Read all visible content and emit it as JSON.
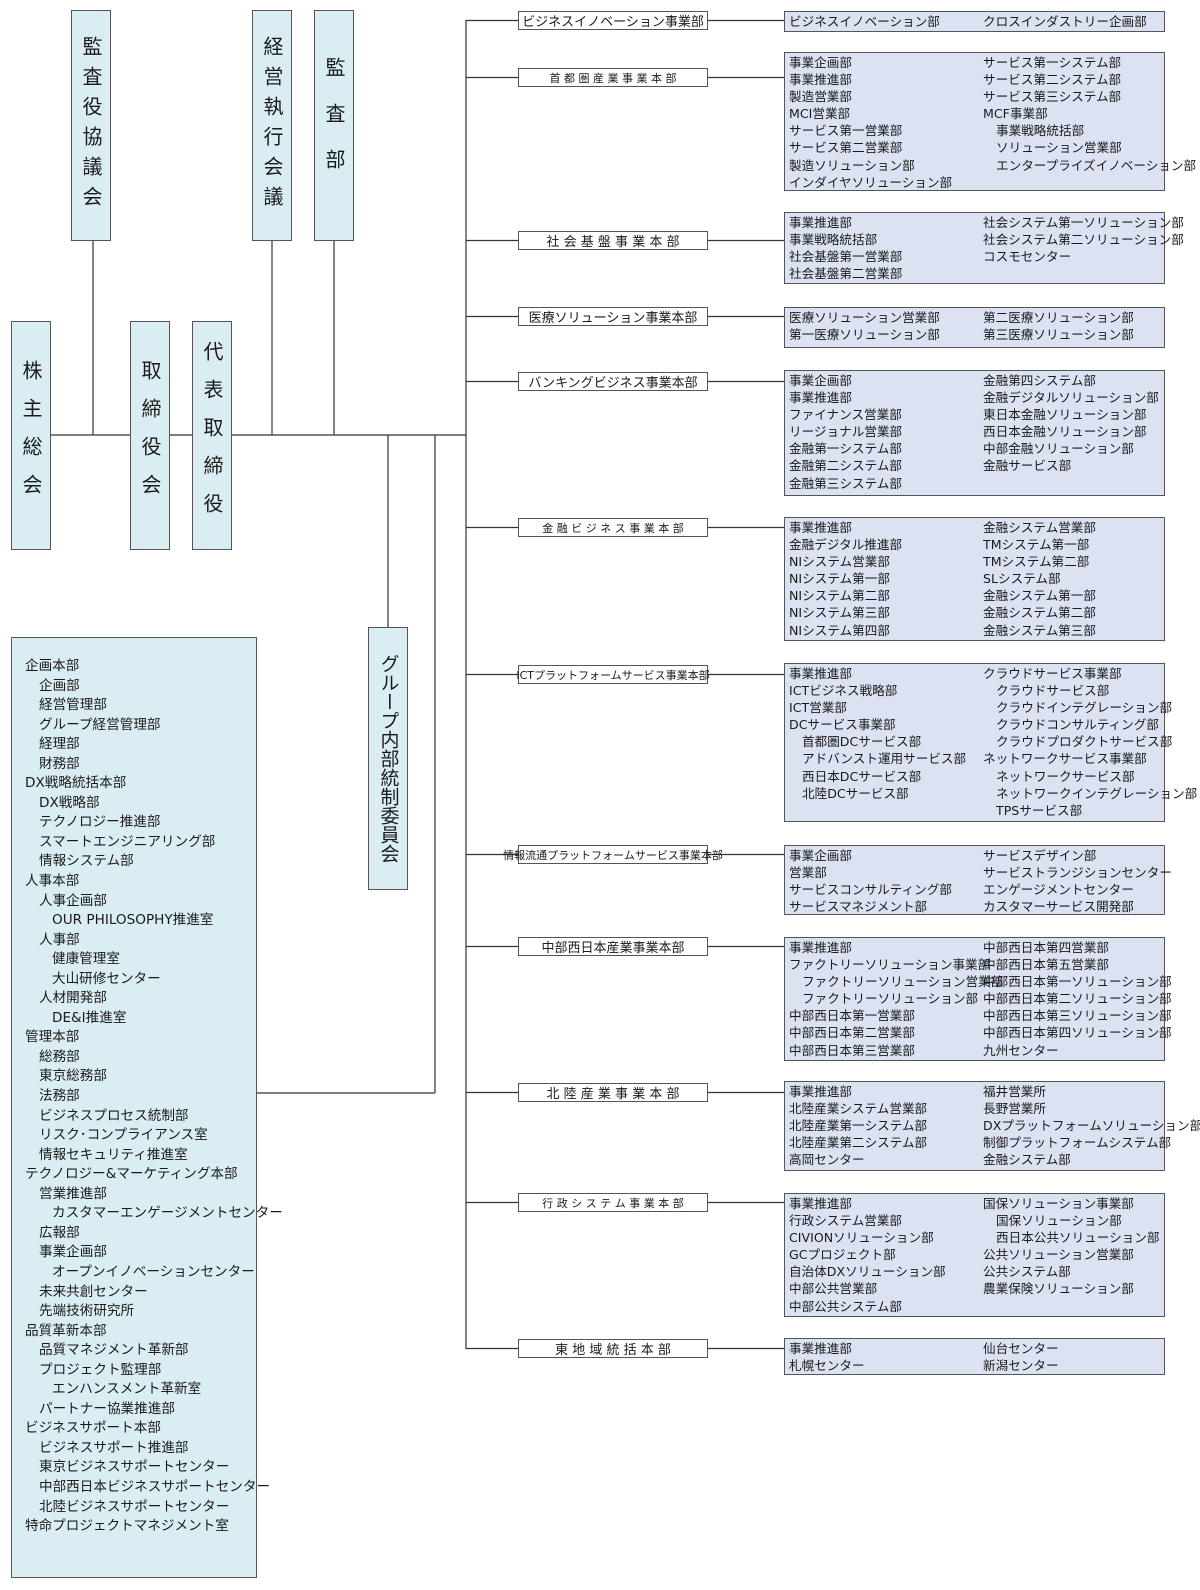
{
  "top_boxes": {
    "shareholders": "株主総会",
    "auditors_council": "監査役協議会",
    "board": "取締役会",
    "president": "代表取締役",
    "exec_meeting": "経営執行会議",
    "audit_dept": "監査部",
    "group_control": "グループ内部統制委員会"
  },
  "corporate_units": [
    {
      "text": "企画本部",
      "level": 0
    },
    {
      "text": "企画部",
      "level": 1
    },
    {
      "text": "経営管理部",
      "level": 1
    },
    {
      "text": "グループ経営管理部",
      "level": 1
    },
    {
      "text": "経理部",
      "level": 1
    },
    {
      "text": "財務部",
      "level": 1
    },
    {
      "text": "DX戦略統括本部",
      "level": 0
    },
    {
      "text": "DX戦略部",
      "level": 1
    },
    {
      "text": "テクノロジー推進部",
      "level": 1
    },
    {
      "text": "スマートエンジニアリング部",
      "level": 1
    },
    {
      "text": "情報システム部",
      "level": 1
    },
    {
      "text": "人事本部",
      "level": 0
    },
    {
      "text": "人事企画部",
      "level": 1
    },
    {
      "text": "OUR PHILOSOPHY推進室",
      "level": 2
    },
    {
      "text": "人事部",
      "level": 1
    },
    {
      "text": "健康管理室",
      "level": 2
    },
    {
      "text": "大山研修センター",
      "level": 2
    },
    {
      "text": "人材開発部",
      "level": 1
    },
    {
      "text": "DE&I推進室",
      "level": 2
    },
    {
      "text": "管理本部",
      "level": 0
    },
    {
      "text": "総務部",
      "level": 1
    },
    {
      "text": "東京総務部",
      "level": 1
    },
    {
      "text": "法務部",
      "level": 1
    },
    {
      "text": "ビジネスプロセス統制部",
      "level": 1
    },
    {
      "text": "リスク･コンプライアンス室",
      "level": 1
    },
    {
      "text": "情報セキュリティ推進室",
      "level": 1
    },
    {
      "text": "テクノロジー&マーケティング本部",
      "level": 0
    },
    {
      "text": "営業推進部",
      "level": 1
    },
    {
      "text": "カスタマーエンゲージメントセンター",
      "level": 2
    },
    {
      "text": "広報部",
      "level": 1
    },
    {
      "text": "事業企画部",
      "level": 1
    },
    {
      "text": "オープンイノベーションセンター",
      "level": 2
    },
    {
      "text": "未来共創センター",
      "level": 1
    },
    {
      "text": "先端技術研究所",
      "level": 1
    },
    {
      "text": "品質革新本部",
      "level": 0
    },
    {
      "text": "品質マネジメント革新部",
      "level": 1
    },
    {
      "text": "プロジェクト監理部",
      "level": 1
    },
    {
      "text": "エンハンスメント革新室",
      "level": 2
    },
    {
      "text": "パートナー協業推進部",
      "level": 1
    },
    {
      "text": "ビジネスサポート本部",
      "level": 0
    },
    {
      "text": "ビジネスサポート推進部",
      "level": 1
    },
    {
      "text": "東京ビジネスサポートセンター",
      "level": 1
    },
    {
      "text": "中部西日本ビジネスサポートセンター",
      "level": 1
    },
    {
      "text": "北陸ビジネスサポートセンター",
      "level": 1
    },
    {
      "text": "特命プロジェクトマネジメント室",
      "level": 0
    }
  ],
  "divisions": [
    {
      "name": "ビジネスイノベーション事業部",
      "left": [
        {
          "text": "ビジネスイノベーション部",
          "level": 0
        }
      ],
      "right": [
        {
          "text": "クロスインダストリー企画部",
          "level": 0
        }
      ]
    },
    {
      "name": "首 都 圏 産 業 事 業 本 部",
      "left": [
        {
          "text": "事業企画部",
          "level": 0
        },
        {
          "text": "事業推進部",
          "level": 0
        },
        {
          "text": "製造営業部",
          "level": 0
        },
        {
          "text": "MCI営業部",
          "level": 0
        },
        {
          "text": "サービス第一営業部",
          "level": 0
        },
        {
          "text": "サービス第二営業部",
          "level": 0
        },
        {
          "text": "製造ソリューション部",
          "level": 0
        },
        {
          "text": "インダイヤソリューション部",
          "level": 0
        }
      ],
      "right": [
        {
          "text": "サービス第一システム部",
          "level": 0
        },
        {
          "text": "サービス第二システム部",
          "level": 0
        },
        {
          "text": "サービス第三システム部",
          "level": 0
        },
        {
          "text": "MCF事業部",
          "level": 0
        },
        {
          "text": "事業戦略統括部",
          "level": 1
        },
        {
          "text": "ソリューション営業部",
          "level": 1
        },
        {
          "text": "エンタープライズイノベーション部",
          "level": 1
        }
      ]
    },
    {
      "name": "社 会 基 盤 事 業 本 部",
      "left": [
        {
          "text": "事業推進部",
          "level": 0
        },
        {
          "text": "事業戦略統括部",
          "level": 0
        },
        {
          "text": "社会基盤第一営業部",
          "level": 0
        },
        {
          "text": "社会基盤第二営業部",
          "level": 0
        }
      ],
      "right": [
        {
          "text": "社会システム第一ソリューション部",
          "level": 0
        },
        {
          "text": "社会システム第二ソリューション部",
          "level": 0
        },
        {
          "text": "コスモセンター",
          "level": 0
        }
      ]
    },
    {
      "name": "医療ソリューション事業本部",
      "left": [
        {
          "text": "医療ソリューション営業部",
          "level": 0
        },
        {
          "text": "第一医療ソリューション部",
          "level": 0
        }
      ],
      "right": [
        {
          "text": "第二医療ソリューション部",
          "level": 0
        },
        {
          "text": "第三医療ソリューション部",
          "level": 0
        }
      ]
    },
    {
      "name": "バンキングビジネス事業本部",
      "left": [
        {
          "text": "事業企画部",
          "level": 0
        },
        {
          "text": "事業推進部",
          "level": 0
        },
        {
          "text": "ファイナンス営業部",
          "level": 0
        },
        {
          "text": "リージョナル営業部",
          "level": 0
        },
        {
          "text": "金融第一システム部",
          "level": 0
        },
        {
          "text": "金融第二システム部",
          "level": 0
        },
        {
          "text": "金融第三システム部",
          "level": 0
        }
      ],
      "right": [
        {
          "text": "金融第四システム部",
          "level": 0
        },
        {
          "text": "金融デジタルソリューション部",
          "level": 0
        },
        {
          "text": "東日本金融ソリューション部",
          "level": 0
        },
        {
          "text": "西日本金融ソリューション部",
          "level": 0
        },
        {
          "text": "中部金融ソリューション部",
          "level": 0
        },
        {
          "text": "金融サービス部",
          "level": 0
        }
      ]
    },
    {
      "name": "金 融 ビ ジ ネ ス 事 業 本 部",
      "left": [
        {
          "text": "事業推進部",
          "level": 0
        },
        {
          "text": "金融デジタル推進部",
          "level": 0
        },
        {
          "text": "NIシステム営業部",
          "level": 0
        },
        {
          "text": "NIシステム第一部",
          "level": 0
        },
        {
          "text": "NIシステム第二部",
          "level": 0
        },
        {
          "text": "NIシステム第三部",
          "level": 0
        },
        {
          "text": "NIシステム第四部",
          "level": 0
        }
      ],
      "right": [
        {
          "text": "金融システム営業部",
          "level": 0
        },
        {
          "text": "TMシステム第一部",
          "level": 0
        },
        {
          "text": "TMシステム第二部",
          "level": 0
        },
        {
          "text": "SLシステム部",
          "level": 0
        },
        {
          "text": "金融システム第一部",
          "level": 0
        },
        {
          "text": "金融システム第二部",
          "level": 0
        },
        {
          "text": "金融システム第三部",
          "level": 0
        }
      ]
    },
    {
      "name": "ICTプラットフォームサービス事業本部",
      "left": [
        {
          "text": "事業推進部",
          "level": 0
        },
        {
          "text": "ICTビジネス戦略部",
          "level": 0
        },
        {
          "text": "ICT営業部",
          "level": 0
        },
        {
          "text": "DCサービス事業部",
          "level": 0
        },
        {
          "text": "首都圏DCサービス部",
          "level": 1
        },
        {
          "text": "アドバンスト運用サービス部",
          "level": 1
        },
        {
          "text": "西日本DCサービス部",
          "level": 1
        },
        {
          "text": "北陸DCサービス部",
          "level": 1
        }
      ],
      "right": [
        {
          "text": "クラウドサービス事業部",
          "level": 0
        },
        {
          "text": "クラウドサービス部",
          "level": 1
        },
        {
          "text": "クラウドインテグレーション部",
          "level": 1
        },
        {
          "text": "クラウドコンサルティング部",
          "level": 1
        },
        {
          "text": "クラウドプロダクトサービス部",
          "level": 1
        },
        {
          "text": "ネットワークサービス事業部",
          "level": 0
        },
        {
          "text": "ネットワークサービス部",
          "level": 1
        },
        {
          "text": "ネットワークインテグレーション部",
          "level": 1
        },
        {
          "text": "TPSサービス部",
          "level": 1
        }
      ]
    },
    {
      "name": "情報流通プラットフォームサービス事業本部",
      "left": [
        {
          "text": "事業企画部",
          "level": 0
        },
        {
          "text": "営業部",
          "level": 0
        },
        {
          "text": "サービスコンサルティング部",
          "level": 0
        },
        {
          "text": "サービスマネジメント部",
          "level": 0
        }
      ],
      "right": [
        {
          "text": "サービスデザイン部",
          "level": 0
        },
        {
          "text": "サービストランジションセンター",
          "level": 0
        },
        {
          "text": "エンゲージメントセンター",
          "level": 0
        },
        {
          "text": "カスタマーサービス開発部",
          "level": 0
        }
      ]
    },
    {
      "name": "中部西日本産業事業本部",
      "left": [
        {
          "text": "事業推進部",
          "level": 0
        },
        {
          "text": "ファクトリーソリューション事業部",
          "level": 0
        },
        {
          "text": "ファクトリーソリューション営業部",
          "level": 1
        },
        {
          "text": "ファクトリーソリューション部",
          "level": 1
        },
        {
          "text": "中部西日本第一営業部",
          "level": 0
        },
        {
          "text": "中部西日本第二営業部",
          "level": 0
        },
        {
          "text": "中部西日本第三営業部",
          "level": 0
        }
      ],
      "right": [
        {
          "text": "中部西日本第四営業部",
          "level": 0
        },
        {
          "text": "中部西日本第五営業部",
          "level": 0
        },
        {
          "text": "中部西日本第一ソリューション部",
          "level": 0
        },
        {
          "text": "中部西日本第二ソリューション部",
          "level": 0
        },
        {
          "text": "中部西日本第三ソリューション部",
          "level": 0
        },
        {
          "text": "中部西日本第四ソリューション部",
          "level": 0
        },
        {
          "text": "九州センター",
          "level": 0
        }
      ]
    },
    {
      "name": "北 陸 産 業 事 業 本 部",
      "left": [
        {
          "text": "事業推進部",
          "level": 0
        },
        {
          "text": "北陸産業システム営業部",
          "level": 0
        },
        {
          "text": "北陸産業第一システム部",
          "level": 0
        },
        {
          "text": "北陸産業第二システム部",
          "level": 0
        },
        {
          "text": "高岡センター",
          "level": 0
        }
      ],
      "right": [
        {
          "text": "福井営業所",
          "level": 0
        },
        {
          "text": "長野営業所",
          "level": 0
        },
        {
          "text": "DXプラットフォームソリューション部",
          "level": 0
        },
        {
          "text": "制御プラットフォームシステム部",
          "level": 0
        },
        {
          "text": "金融システム部",
          "level": 0
        }
      ]
    },
    {
      "name": "行 政 シ ス テ ム 事 業 本 部",
      "left": [
        {
          "text": "事業推進部",
          "level": 0
        },
        {
          "text": "行政システム営業部",
          "level": 0
        },
        {
          "text": "CIVIONソリューション部",
          "level": 0
        },
        {
          "text": "GCプロジェクト部",
          "level": 0
        },
        {
          "text": "自治体DXソリューション部",
          "level": 0
        },
        {
          "text": "中部公共営業部",
          "level": 0
        },
        {
          "text": "中部公共システム部",
          "level": 0
        }
      ],
      "right": [
        {
          "text": "国保ソリューション事業部",
          "level": 0
        },
        {
          "text": "国保ソリューション部",
          "level": 1
        },
        {
          "text": "西日本公共ソリューション部",
          "level": 1
        },
        {
          "text": "公共ソリューション営業部",
          "level": 0
        },
        {
          "text": "公共システム部",
          "level": 0
        },
        {
          "text": "農業保険ソリューション部",
          "level": 0
        }
      ]
    },
    {
      "name": "東 地 域 統 括 本 部",
      "left": [
        {
          "text": "事業推進部",
          "level": 0
        },
        {
          "text": "札幌センター",
          "level": 0
        }
      ],
      "right": [
        {
          "text": "仙台センター",
          "level": 0
        },
        {
          "text": "新潟センター",
          "level": 0
        }
      ]
    }
  ]
}
